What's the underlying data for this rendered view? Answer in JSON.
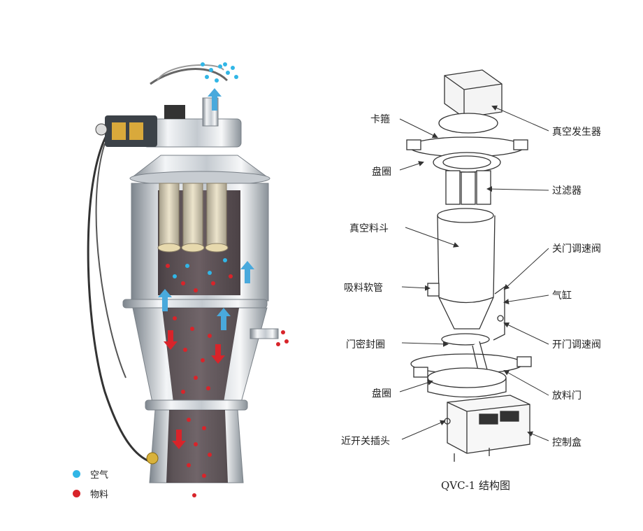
{
  "legend": {
    "air": {
      "label": "空气",
      "color": "#31b6e6"
    },
    "material": {
      "label": "物料",
      "color": "#d8242a"
    }
  },
  "labels": {
    "clamp": "卡箍",
    "vacuum_generator": "真空发生器",
    "flange_ring_top": "盘圈",
    "filter": "过滤器",
    "vacuum_hopper": "真空料斗",
    "close_speed_valve": "关门调速阀",
    "suction_hose": "吸料软管",
    "cylinder": "气缸",
    "door_seal_ring": "门密封圈",
    "open_speed_valve": "开门调速阀",
    "flange_ring_bottom": "盘圈",
    "discharge_door": "放料门",
    "proximity_plug": "近开关插头",
    "control_box": "控制盒"
  },
  "caption": "QVC-1 结构图",
  "colors": {
    "steel_light": "#e9ecef",
    "steel_dark": "#8f979f",
    "filter_tan": "#d9c59a",
    "line_art": "#333333"
  }
}
